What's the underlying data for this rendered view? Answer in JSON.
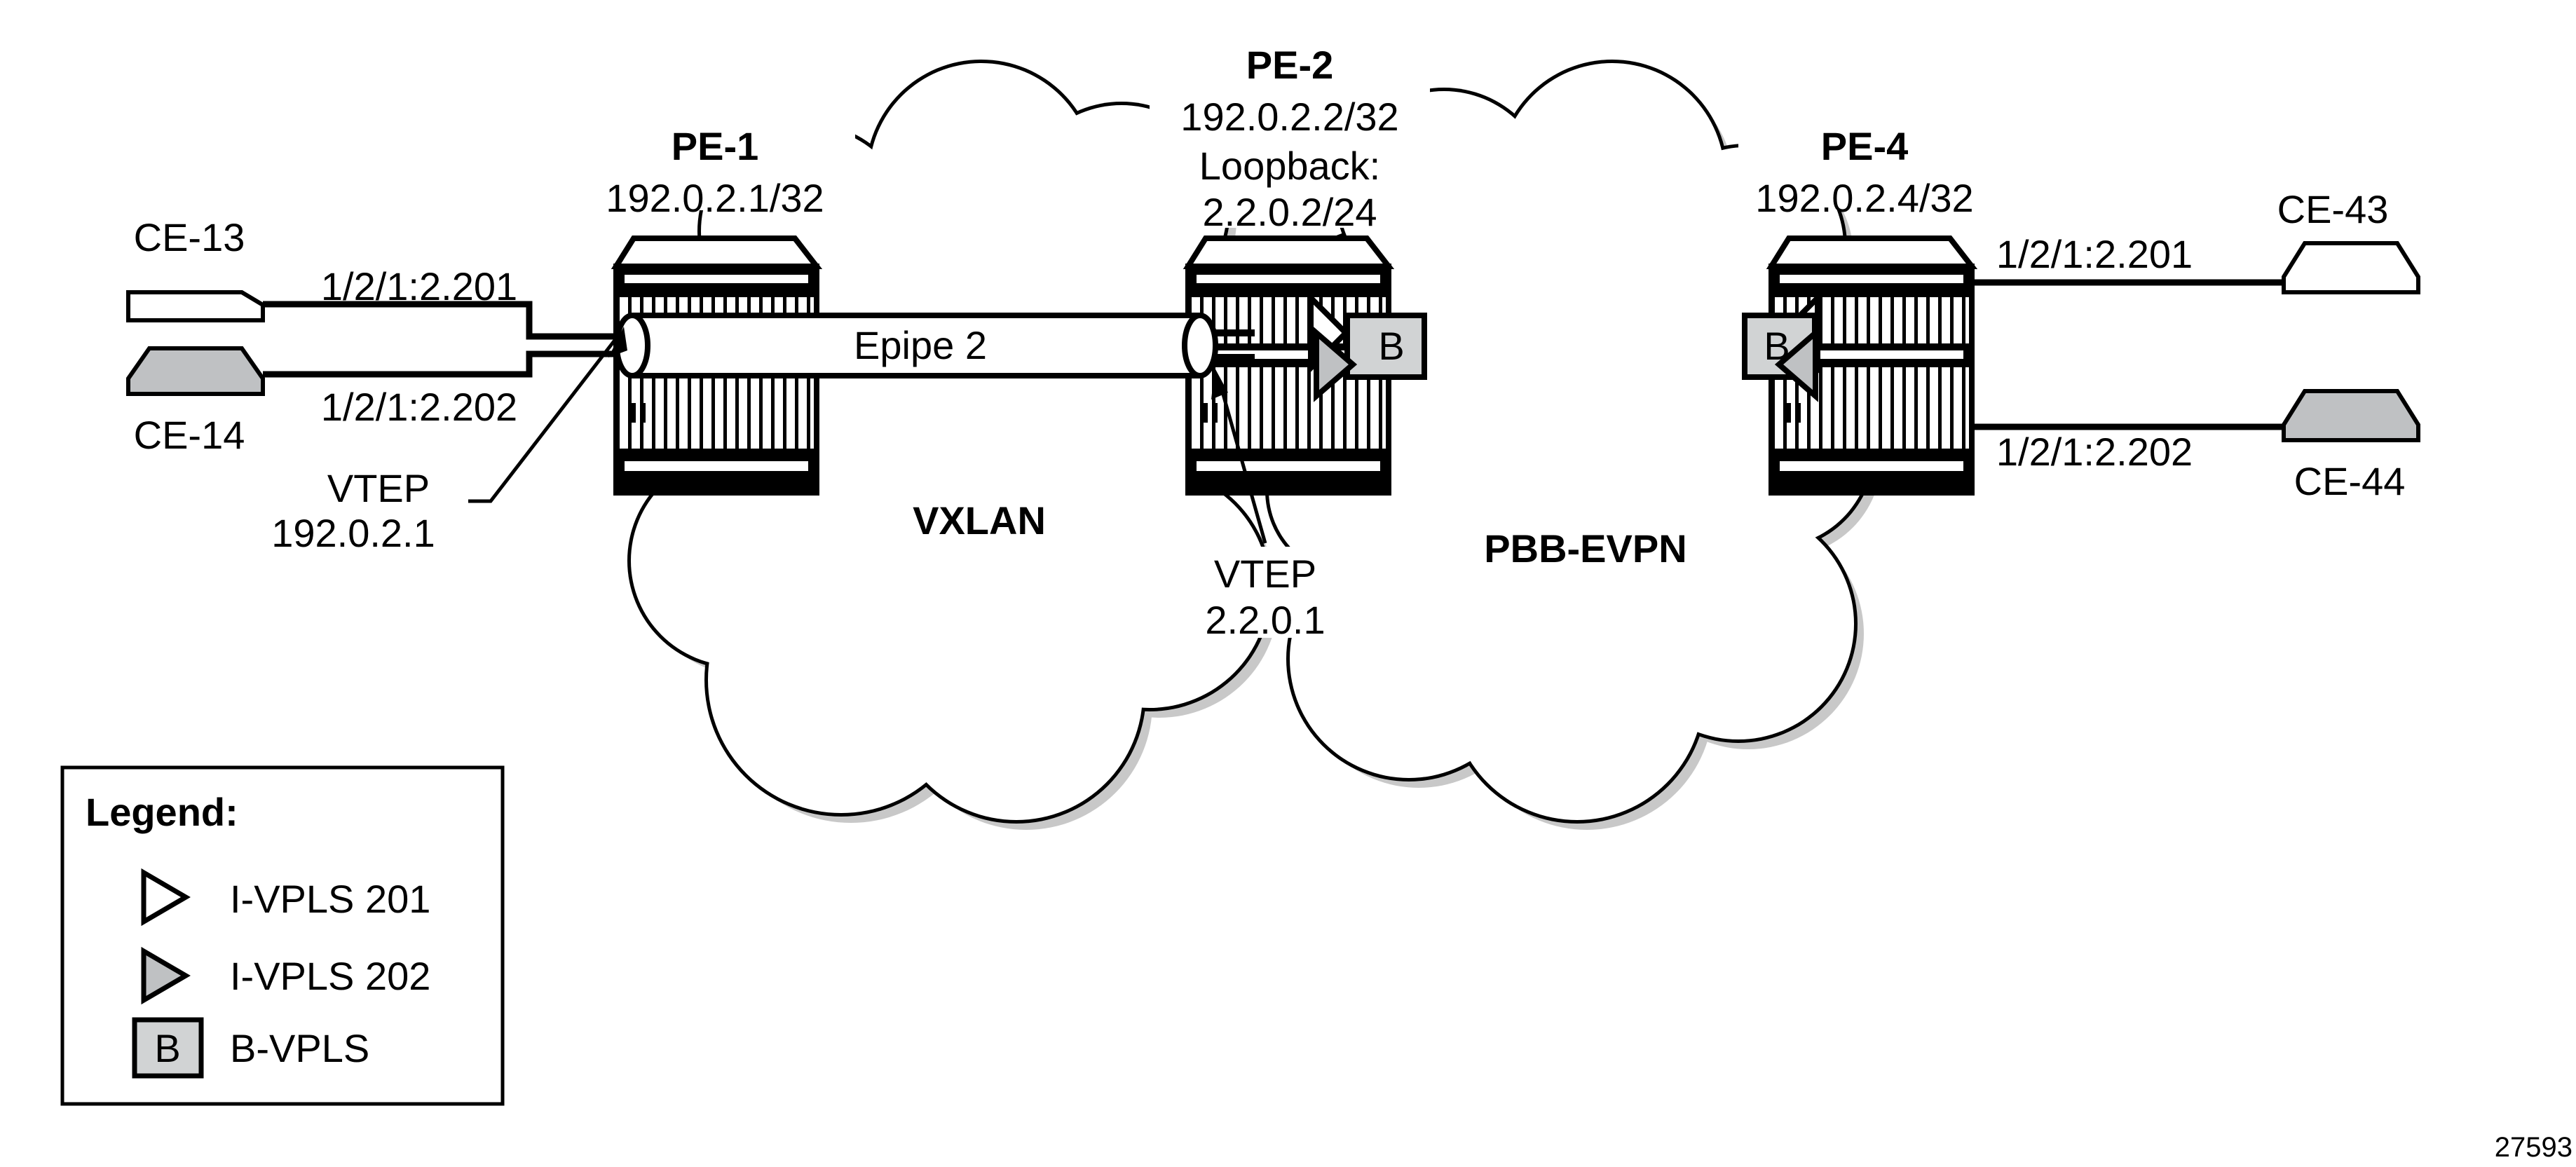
{
  "nodes": {
    "pe1": {
      "name": "PE-1",
      "address": "192.0.2.1/32"
    },
    "pe2": {
      "name": "PE-2",
      "address": "192.0.2.2/32",
      "loopback_label": "Loopback:",
      "loopback": "2.2.0.2/24"
    },
    "pe4": {
      "name": "PE-4",
      "address": "192.0.2.4/32"
    },
    "ce13": {
      "name": "CE-13",
      "port": "1/2/1:2.201"
    },
    "ce14": {
      "name": "CE-14",
      "port": "1/2/1:2.202"
    },
    "ce43": {
      "name": "CE-43",
      "port": "1/2/1:2.201"
    },
    "ce44": {
      "name": "CE-44",
      "port": "1/2/1:2.202"
    }
  },
  "networks": {
    "vxlan": "VXLAN",
    "pbb_evpn": "PBB-EVPN"
  },
  "tunnel": {
    "label": "Epipe 2"
  },
  "vteps": {
    "pe1": {
      "label": "VTEP",
      "address": "192.0.2.1"
    },
    "pe2": {
      "label": "VTEP",
      "address": "2.2.0.1"
    }
  },
  "bvpls_marker": "B",
  "legend": {
    "title": "Legend:",
    "items": [
      {
        "label": "I-VPLS 201",
        "color": "#ffffff"
      },
      {
        "label": "I-VPLS 202",
        "color": "#bfc1c3"
      },
      {
        "label": "B-VPLS",
        "symbol": "B",
        "color": "#d1d3d4"
      }
    ]
  },
  "figure_id": "27593"
}
